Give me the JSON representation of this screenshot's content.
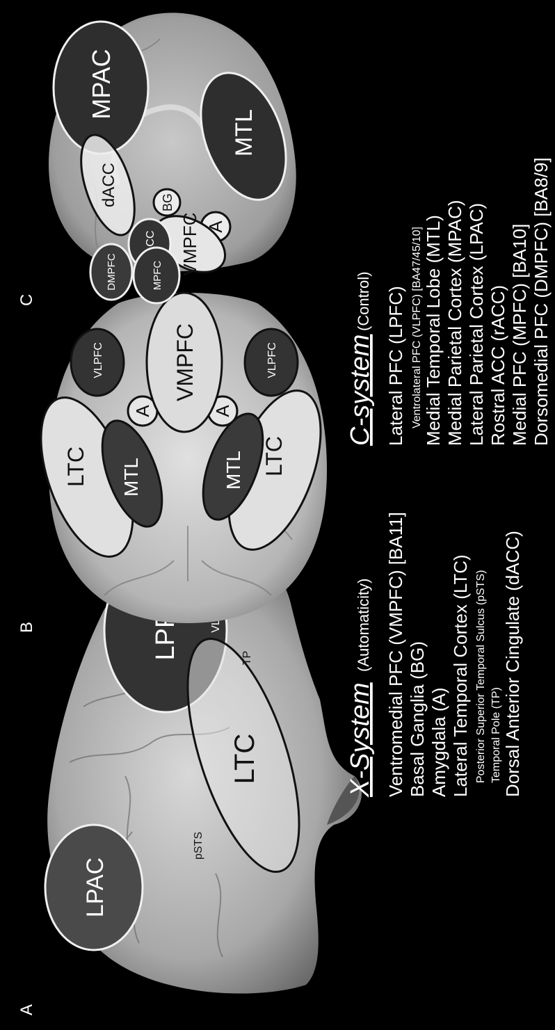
{
  "panels": {
    "a": {
      "letter": "A"
    },
    "b": {
      "letter": "B"
    },
    "c": {
      "letter": "C"
    }
  },
  "brain_a": {
    "regions": {
      "lpac": "LPAC",
      "lpfc": "LPFC",
      "ltc": "LTC"
    },
    "sublabels": {
      "vlpfc": "VLPFC",
      "psts": "pSTS",
      "tp": "TP"
    }
  },
  "brain_b": {
    "regions": {
      "ltc": "LTC",
      "mtl": "MTL",
      "amygdala": "A",
      "vmpfc": "VMPFC",
      "vlpfc": "VLPFC"
    }
  },
  "brain_c": {
    "regions": {
      "mpac": "MPAC",
      "mtl": "MTL",
      "dacc": "dACC",
      "bg": "BG",
      "amygdala": "A",
      "vmpfc": "VMPFC",
      "racc": "rACC",
      "mpfc": "MPFC",
      "dmpfc": "DMPFC"
    }
  },
  "x_system": {
    "title": "X-System",
    "subtitle": "(Automaticity)",
    "items": [
      "Ventromedial PFC (VMPFC)  [BA11]",
      "Basal Ganglia (BG)",
      "Amygdala (A)",
      "Lateral Temporal Cortex (LTC)"
    ],
    "subitems": [
      "Posterior Superior Temporal Sulcus (pSTS)",
      "Temporal Pole (TP)"
    ],
    "last_item": "Dorsal Anterior Cingulate (dACC)"
  },
  "c_system": {
    "title": "C-system",
    "subtitle": "(Control)",
    "first_item": "Lateral PFC (LPFC)",
    "subitem": "Ventrolateral PFC (VLPFC) [BA47/45/10]",
    "items": [
      "Medial Temporal Lobe (MTL)",
      "Medial Parietal Cortex (MPAC)",
      "Lateral Parietal Cortex (LPAC)",
      "Rostral ACC (rACC)",
      "Medial PFC (MPFC)  [BA10]",
      "Dorsomedial PFC (DMPFC)  [BA8/9]"
    ]
  }
}
